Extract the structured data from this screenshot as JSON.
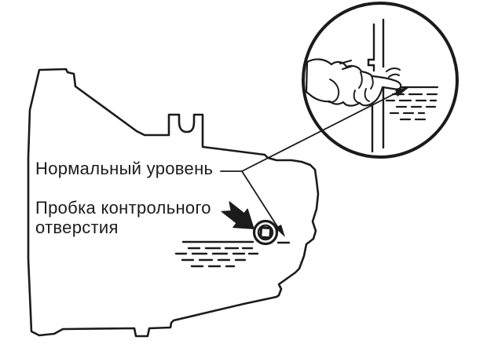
{
  "labels": {
    "normal_level": "Нормальный уровень",
    "plug_line1": "Пробка контрольного",
    "plug_line2": "отверстия"
  },
  "colors": {
    "ink": "#1b1b1b",
    "paper": "#ffffff"
  },
  "icons": {
    "plug_pointer": "bold-arrow-icon",
    "leader_arrowhead_inset": "arrowhead-icon",
    "leader_arrowhead_plug": "arrowhead-icon",
    "magnifier": "magnifier-circle-icon",
    "check_plug": "check-plug-icon",
    "hand": "pointing-finger-icon"
  }
}
